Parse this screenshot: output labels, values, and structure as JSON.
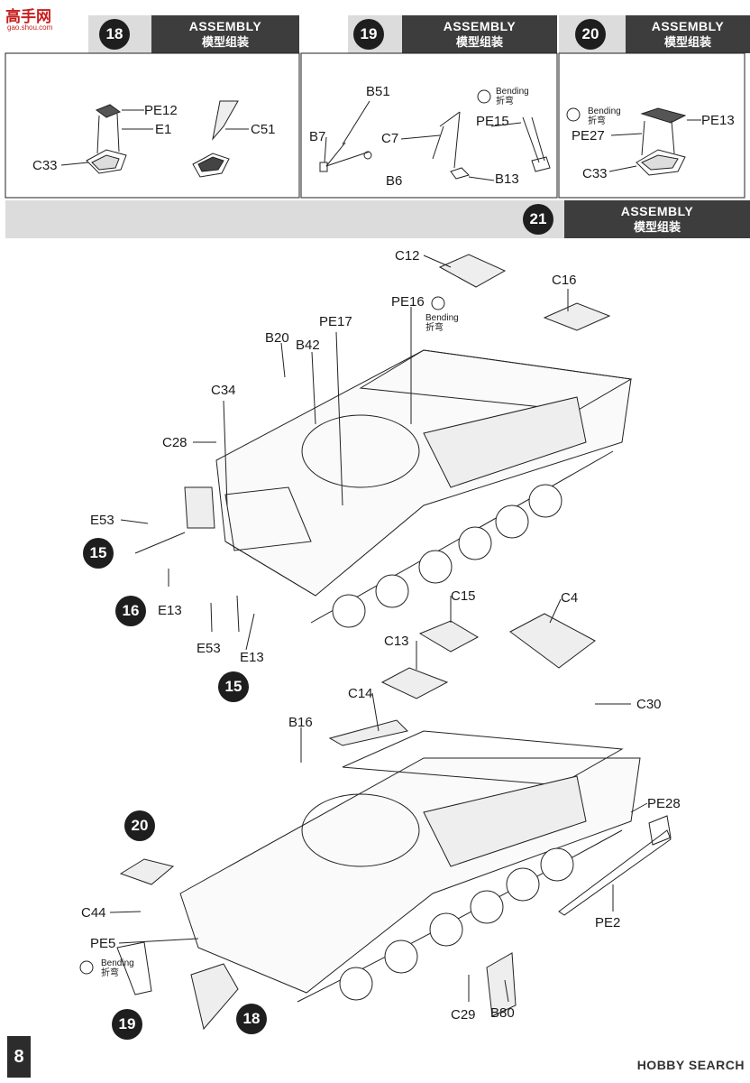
{
  "watermark": {
    "name": "高手网",
    "url": "gao.shou.com"
  },
  "steps": {
    "s18": {
      "number": "18",
      "title_en": "ASSEMBLY",
      "title_cn": "模型组装"
    },
    "s19": {
      "number": "19",
      "title_en": "ASSEMBLY",
      "title_cn": "模型组装"
    },
    "s20": {
      "number": "20",
      "title_en": "ASSEMBLY",
      "title_cn": "模型组装"
    },
    "s21": {
      "number": "21",
      "title_en": "ASSEMBLY",
      "title_cn": "模型组装"
    }
  },
  "bending": {
    "en": "Bending",
    "cn": "折弯"
  },
  "parts": {
    "pe12": "PE12",
    "e1": "E1",
    "c33": "C33",
    "c51": "C51",
    "b51": "B51",
    "b7": "B7",
    "c7": "C7",
    "b6": "B6",
    "pe15": "PE15",
    "b13": "B13",
    "pe27": "PE27",
    "pe13": "PE13",
    "c33b": "C33",
    "c12": "C12",
    "c16": "C16",
    "pe16": "PE16",
    "pe17": "PE17",
    "b20": "B20",
    "b42": "B42",
    "c34": "C34",
    "c28": "C28",
    "e53": "E53",
    "e13": "E13",
    "e53b": "E53",
    "e13b": "E13",
    "c15": "C15",
    "c4": "C4",
    "c13": "C13",
    "c14": "C14",
    "b16": "B16",
    "c30": "C30",
    "pe28": "PE28",
    "c44": "C44",
    "pe5": "PE5",
    "pe2": "PE2",
    "c29": "C29",
    "b80": "B80"
  },
  "callouts": {
    "c15a": "15",
    "c16": "16",
    "c15b": "15",
    "c20": "20",
    "c19": "19",
    "c18": "18"
  },
  "page_number": "8",
  "footer": "HOBBY SEARCH"
}
